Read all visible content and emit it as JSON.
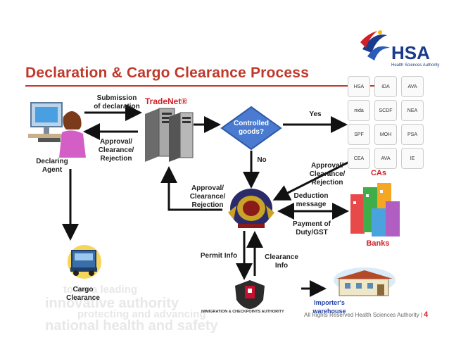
{
  "logo": {
    "name": "HSA",
    "tagline": "Health Sciences Authority"
  },
  "title": "Declaration & Cargo Clearance Process",
  "nodes": {
    "declaring_agent": "Declaring\nAgent",
    "tradenet": "TradeNet®",
    "controlled_goods": "Controlled\ngoods?",
    "cas": "CAs",
    "banks": "Banks",
    "cargo_clearance": "Cargo\nClearance",
    "importers_warehouse": "Importer's\nwarehouse",
    "ica": "IMMIGRATION & CHECKPOINTS AUTHORITY"
  },
  "edges": {
    "submission": "Submission\nof declaration",
    "approval_agent": "Approval/\nClearance/\nRejection",
    "yes": "Yes",
    "no": "No",
    "approval_cas": "Approval/\nClearance/\nRejection",
    "approval_customs": "Approval/\nClearance/\nRejection",
    "deduction": "Deduction\nmessage",
    "payment": "Payment of\nDuty/GST",
    "permit_info": "Permit Info",
    "clearance_info": "Clearance\nInfo"
  },
  "ca_logos": [
    "HSA",
    "iDA",
    "AVA",
    "mda",
    "SCDF",
    "NEA",
    "SPF",
    "MOH",
    "PSA",
    "CEA",
    "AVA",
    "IE"
  ],
  "watermark": [
    "to be a leading",
    "innovative authority",
    "protecting and advancing",
    "national health and safety"
  ],
  "footer": {
    "text": "All Rights Reserved Health Sciences Authority |",
    "page": "4"
  },
  "colors": {
    "title_red": "#c0392b",
    "label_red": "#d21f26",
    "diamond_blue": "#3f6fc6",
    "hsa_blue": "#1a3a8c"
  }
}
